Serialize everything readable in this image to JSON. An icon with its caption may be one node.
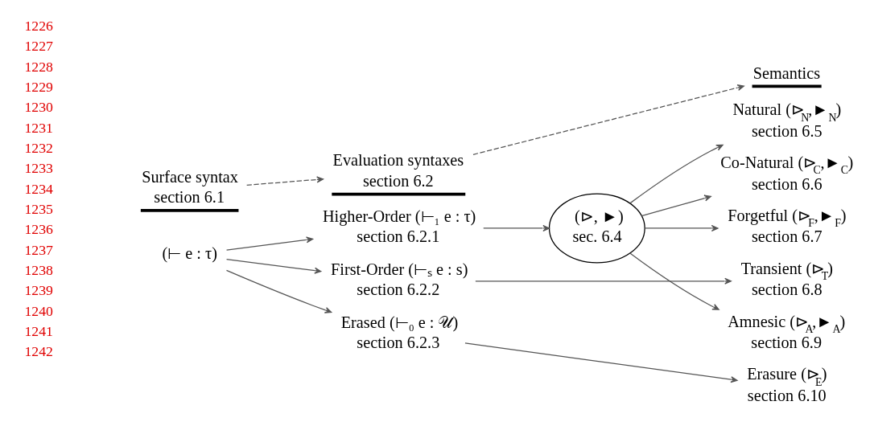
{
  "diagram": {
    "nodes": [
      {
        "text": [
          "Surface syntax",
          "section 6.1"
        ]
      },
      {
        "text": [
          "Evaluation syntaxes",
          "section 6.2"
        ]
      },
      {
        "text": [
          "Semantics"
        ]
      },
      {
        "text": [
          "(⊢ e : τ)"
        ]
      },
      {
        "text": [
          "Higher-Order (⊢₁ e : τ)",
          "section 6.2.1"
        ]
      },
      {
        "text": [
          "First-Order (⊢ₛ e : s)",
          "section 6.2.2"
        ]
      },
      {
        "text": [
          "Erased (⊢₀ e : 𝒰)",
          "section 6.2.3"
        ]
      },
      {
        "text": [
          "(⊳, ►)",
          "sec. 6.4"
        ]
      },
      {
        "text": [
          "Natural (⊳$_{N}$,►$_{N}$)",
          "section 6.5"
        ]
      },
      {
        "text": [
          "Co-Natural (⊳$_{C}$,►$_{C}$)",
          "section 6.6"
        ]
      },
      {
        "text": [
          "Forgetful (⊳$_{F}$,►$_{F}$)",
          "section 6.7"
        ]
      },
      {
        "text": [
          "Transient (⊳$_{T}$)",
          "section 6.8"
        ]
      },
      {
        "text": [
          "Amnesic (⊳$_{A}$,►$_{A}$)",
          "section 6.9"
        ]
      },
      {
        "text": [
          "Erasure (⊳$_{E}$)",
          "section 6.10"
        ]
      }
    ],
    "edges": [
      {
        "from": 0,
        "to": 1,
        "arrow": "to",
        "style": "dashed"
      },
      {
        "from": 1,
        "to": 2,
        "arrow": "to",
        "style": "dashed"
      },
      {
        "from": 3,
        "to": 4,
        "arrow": "to"
      },
      {
        "from": 3,
        "to": 5,
        "arrow": "to"
      },
      {
        "from": 3,
        "to": 6,
        "arrow": "to"
      },
      {
        "from": 4,
        "to": 7,
        "arrow": "to"
      },
      {
        "from": 7,
        "to": 8,
        "arrow": "to"
      },
      {
        "from": 7,
        "to": 9,
        "arrow": "to"
      },
      {
        "from": 7,
        "to": 10,
        "arrow": "to"
      },
      {
        "from": 7,
        "to": 12,
        "arrow": "to"
      },
      {
        "from": 5,
        "to": 11,
        "arrow": "to"
      },
      {
        "from": 6,
        "to": 13,
        "arrow": "to"
      }
    ],
    "labels": [
      "1226",
      "1227",
      "1228",
      "1229",
      "1230",
      "1231",
      "1232",
      "1233",
      "1234",
      "1235",
      "1236",
      "1237",
      "1238",
      "1239",
      "1240",
      "1241",
      "1242"
    ]
  }
}
